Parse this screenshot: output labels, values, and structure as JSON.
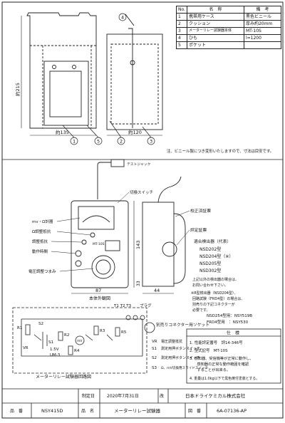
{
  "parts_table": {
    "headers": [
      "No.",
      "名　称",
      "備　考"
    ],
    "rows": [
      {
        "no": "1",
        "name": "携帯用ケース",
        "note": "黒色ビニール"
      },
      {
        "no": "2",
        "name": "クッション",
        "note": "厚み約20mm"
      },
      {
        "no": "3",
        "name": "メーターリレー試験器本体",
        "note": "MT-10S"
      },
      {
        "no": "4",
        "name": "ひも",
        "note": "l=1200"
      },
      {
        "no": "5",
        "name": "ポケット",
        "note": ""
      }
    ]
  },
  "case_dims": {
    "height": "約215",
    "width": "約135",
    "depth": "約120"
  },
  "callouts": [
    "1",
    "2",
    "3",
    "4",
    "5"
  ],
  "case_note": "注、ビニール製につき変形いたしますので、寸法は目安です。",
  "test_jack_label": "テストジャック",
  "front_labels": {
    "switch": "切換スイッチ",
    "mv_meter": "mv・Ω計器",
    "zero_adj": "Ω調整抵抗",
    "reg_switch": "調整抵抗",
    "speed_switch": "動作時間",
    "volt_knob": "電圧調整つまみ",
    "body_dim": "本体外観図",
    "model": "MT-10S"
  },
  "front_dims": {
    "width": "87",
    "height": "143",
    "bottom": "33",
    "side": "44"
  },
  "side_labels": {
    "cal_seal": "校正済証票",
    "cert_seal": "評定証票"
  },
  "compatible": {
    "title": "適合検出器（代表）",
    "items": [
      "NSD202型",
      "NSD204型（※）",
      "NSD205型",
      "NSD302型"
    ],
    "note1": "上記以外の検出器の場合は、",
    "note2": "お問い合わせ下さい。",
    "note3": "※R型検出器（NSD204型）、",
    "note4": "回路試験（FRD4型）の場合は、",
    "note5": "別売りの下記コネクターが",
    "note6": "必要です。",
    "conn1": "NSD254型用：NSY519B",
    "conn2": "FRD4型用　：NSY530"
  },
  "circuit": {
    "terminals": "T1 T2 T3",
    "connector": "プラグ",
    "separate_connector": "別売りコネクター用ソケット",
    "labels": [
      "R1",
      "S2",
      "R2",
      "R3",
      "R4",
      "R5",
      "S1",
      "VR",
      "mV",
      "1.5V",
      "UM-3",
      "VR",
      "S1",
      "S2",
      "S3"
    ],
    "legend": [
      {
        "sym": "VR",
        "text": "電圧調整抵抗"
      },
      {
        "sym": "S1",
        "text": "測定用押ボタンスイッチ"
      },
      {
        "sym": "S2",
        "text": "測定用押ボタンスイッチ"
      },
      {
        "sym": "S3",
        "text": "Ω、mV切換用スライドスイッチ"
      }
    ],
    "title": "メーターリレー試験器回路図"
  },
  "spec": {
    "title": "仕　様",
    "items": [
      "1. 性能評定番号　評14-346号",
      "2. 型式記号　MT-10S",
      "3. 感知器、受信機等が正常に動作し、",
      "　　感知器の正常な動作範囲を確認",
      "　　することが出来る。",
      "4. 重量は1.0kg以下で黒色焼付塗装とする。"
    ]
  },
  "title_block": {
    "drawn_label": "制定日",
    "date": "2020年7月31日",
    "rev_label": "改",
    "company": "日本ドライケミカル株式会社",
    "part_label": "品　番",
    "part_no": "NSY415D",
    "name_label": "品　名",
    "name": "メーターリレー試験器",
    "dwg_label": "図　番",
    "dwg_no": "6A-07136-AP"
  },
  "colors": {
    "line": "#222222",
    "bg": "#ffffff"
  }
}
